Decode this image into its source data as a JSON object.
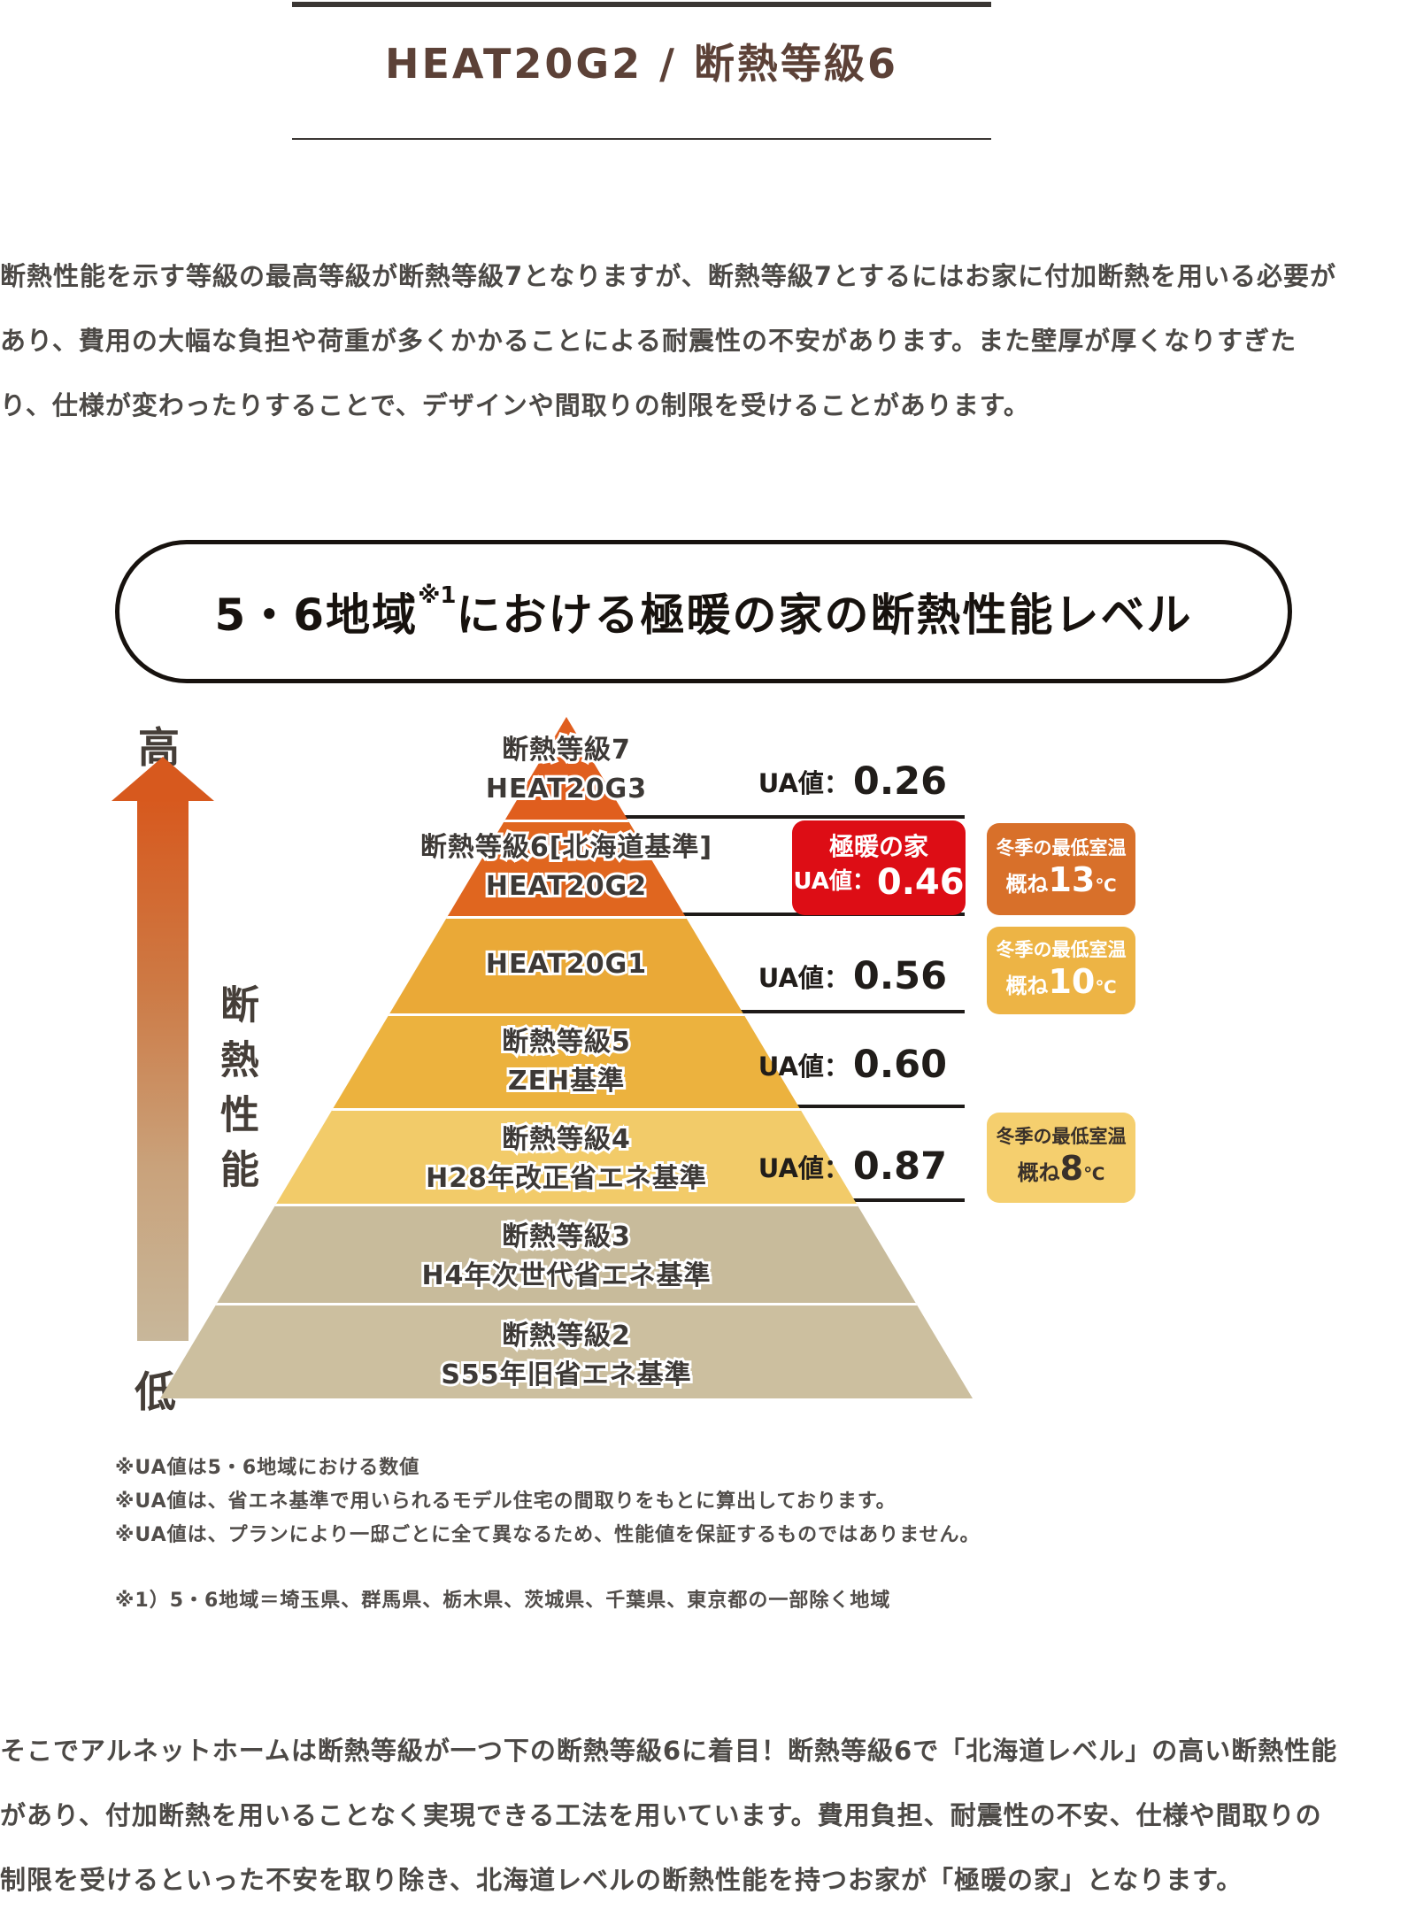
{
  "header": {
    "title": "HEAT20G2 / 断熱等級6"
  },
  "intro": {
    "lines": [
      "断熱性能を示す等級の最高等級が断熱等級7となりますが、断熱等級7とするにはお家に付加断熱を用いる必要が",
      "あり、費用の大幅な負担や荷重が多くかかることによる耐震性の不安があります。また壁厚が厚くなりすぎた",
      "り、仕様が変わったりすることで、デザインや間取りの制限を受けることがあります。"
    ]
  },
  "banner": {
    "prefix": "5・6地域",
    "note_ref": "※1",
    "suffix": "における極暖の家の断熱性能レベル"
  },
  "axis": {
    "high": "高",
    "low": "低",
    "label": "断熱性能"
  },
  "pyramid": {
    "levels": [
      {
        "line1": "断熱等級7",
        "line2": "HEAT20G3",
        "color": "#e05e1e"
      },
      {
        "line1": "断熱等級6[北海道基準]",
        "line2": "HEAT20G2",
        "color": "#e0661f"
      },
      {
        "line1": "HEAT20G1",
        "line2": "",
        "color": "#eaa937"
      },
      {
        "line1": "断熱等級5",
        "line2": "ZEH基準",
        "color": "#ecb23e"
      },
      {
        "line1": "断熱等級4",
        "line2": "H28年改正省エネ基準",
        "color": "#f2cb69"
      },
      {
        "line1": "断熱等級3",
        "line2": "H4年次世代省エネ基準",
        "color": "#c8bb9b"
      },
      {
        "line1": "断熱等級2",
        "line2": "S55年旧省エネ基準",
        "color": "#ccbf9f"
      }
    ]
  },
  "ua": {
    "prefix": "UA値：",
    "rows": [
      {
        "value": "0.26"
      },
      {
        "value": "0.56"
      },
      {
        "value": "0.60"
      },
      {
        "value": "0.87"
      }
    ]
  },
  "highlight": {
    "title": "極暖の家",
    "ua_prefix": "UA値：",
    "value": "0.46",
    "color": "#dd0d15"
  },
  "temps": [
    {
      "line1": "冬季の最低室温",
      "prefix": "概ね",
      "value": "13",
      "unit": "℃",
      "bg": "#d8702a"
    },
    {
      "line1": "冬季の最低室温",
      "prefix": "概ね",
      "value": "10",
      "unit": "℃",
      "bg": "#edb445"
    },
    {
      "line1": "冬季の最低室温",
      "prefix": "概ね",
      "value": "8",
      "unit": "℃",
      "bg": "#f5cf6e"
    }
  ],
  "footnotes": {
    "lines": [
      "※UA値は5・6地域における数値",
      "※UA値は、省エネ基準で用いられるモデル住宅の間取りをもとに算出しております。",
      "※UA値は、プランにより一邸ごとに全て異なるため、性能値を保証するものではありません。",
      "※1）5・6地域＝埼玉県、群馬県、栃木県、茨城県、千葉県、東京都の一部除く地域"
    ]
  },
  "outro": {
    "lines": [
      "そこでアルネットホームは断熱等級が一つ下の断熱等級6に着目！断熱等級6で「北海道レベル」の高い断熱性能",
      "があり、付加断熱を用いることなく実現できる工法を用いています。費用負担、耐震性の不安、仕様や間取りの",
      "制限を受けるといった不安を取り除き、北海道レベルの断熱性能を持つお家が「極暖の家」となります。"
    ]
  },
  "colors": {
    "title_brown": "#5c4137",
    "body_text": "#4c4946",
    "rule_dark": "#3b3734",
    "highlight_red": "#dd0d15",
    "arrow_top": "#d7591e",
    "arrow_bottom": "#c8b79a",
    "divider_line": "#1e1a18"
  }
}
